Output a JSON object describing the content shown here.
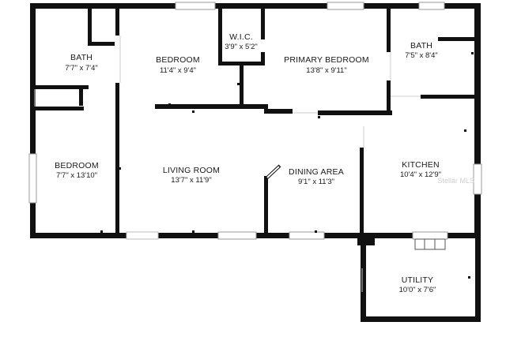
{
  "floor_plan": {
    "rooms": [
      {
        "id": "bath-1",
        "name": "BATH",
        "dimensions": "7'7\" x 7'4\""
      },
      {
        "id": "bedroom-2",
        "name": "BEDROOM",
        "dimensions": "11'4\" x 9'4\""
      },
      {
        "id": "wic",
        "name": "W.I.C.",
        "dimensions": "3'9\" x 5'2\""
      },
      {
        "id": "primary-bedroom",
        "name": "PRIMARY BEDROOM",
        "dimensions": "13'8\" x 9'11\""
      },
      {
        "id": "bath-2",
        "name": "BATH",
        "dimensions": "7'5\" x 8'4\""
      },
      {
        "id": "bedroom-1",
        "name": "BEDROOM",
        "dimensions": "7'7\" x 13'10\""
      },
      {
        "id": "living-room",
        "name": "LIVING ROOM",
        "dimensions": "13'7\" x 11'9\""
      },
      {
        "id": "dining-area",
        "name": "DINING AREA",
        "dimensions": "9'1\" x 11'3\""
      },
      {
        "id": "kitchen",
        "name": "KITCHEN",
        "dimensions": "10'4\" x 12'9\""
      },
      {
        "id": "utility",
        "name": "UTILITY",
        "dimensions": "10'0\" x 7'6\""
      }
    ],
    "watermark": "Stellar MLS",
    "colors": {
      "wall": "#111111",
      "window": "#9a9a9a",
      "background": "#ffffff"
    }
  }
}
